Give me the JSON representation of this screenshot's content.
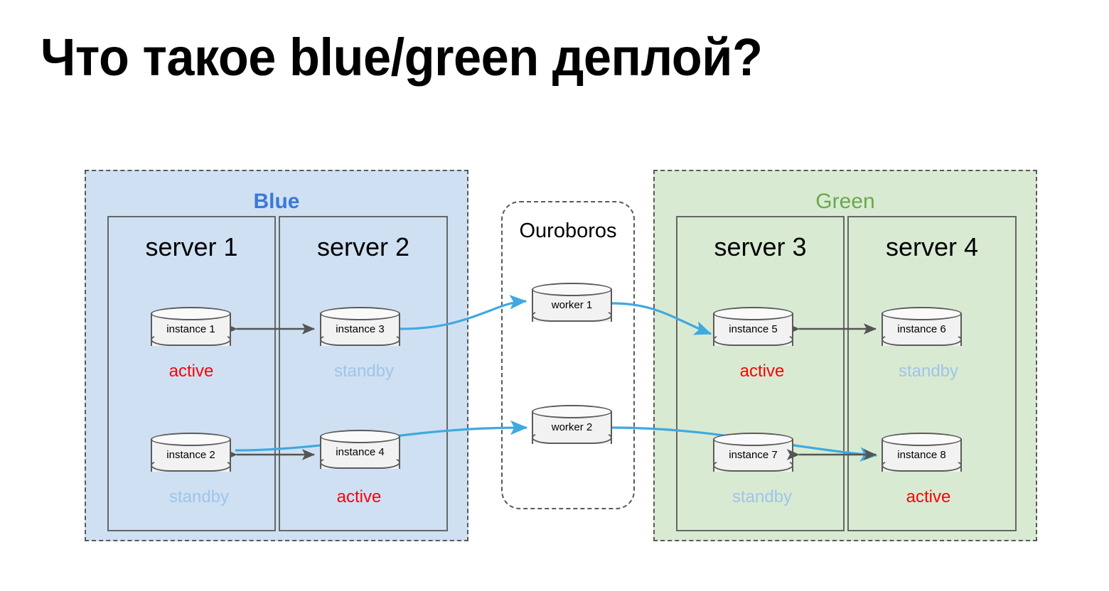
{
  "slide": {
    "title": "Что такое blue/green деплой?",
    "background": "#ffffff"
  },
  "colors": {
    "blue_zone_fill": "#cfe0f3",
    "green_zone_fill": "#d9ead3",
    "blue_label": "#3c78d8",
    "green_label": "#6aa84f",
    "active": "#ff0000",
    "standby": "#9fc5e8",
    "flow_arrow": "#3fa9e0",
    "sync_arrow": "#595959",
    "border": "#595959",
    "cylinder_fill": "#f2f2f2"
  },
  "zones": {
    "blue": {
      "label": "Blue",
      "servers": [
        {
          "title": "server 1",
          "instances": [
            {
              "label": "instance 1",
              "status": "active"
            },
            {
              "label": "instance 2",
              "status": "standby"
            }
          ]
        },
        {
          "title": "server 2",
          "instances": [
            {
              "label": "instance 3",
              "status": "standby"
            },
            {
              "label": "instance 4",
              "status": "active"
            }
          ]
        }
      ]
    },
    "green": {
      "label": "Green",
      "servers": [
        {
          "title": "server 3",
          "instances": [
            {
              "label": "instance 5",
              "status": "active"
            },
            {
              "label": "instance 7",
              "status": "standby"
            }
          ]
        },
        {
          "title": "server 4",
          "instances": [
            {
              "label": "instance 6",
              "status": "standby"
            },
            {
              "label": "instance 8",
              "status": "active"
            }
          ]
        }
      ]
    }
  },
  "ouroboros": {
    "label": "Ouroboros",
    "workers": [
      {
        "label": "worker 1"
      },
      {
        "label": "worker 2"
      }
    ]
  },
  "status_labels": {
    "active": "active",
    "standby": "standby"
  },
  "connections": [
    {
      "from": "instance 1",
      "to": "instance 3",
      "type": "sync",
      "bidirectional": true
    },
    {
      "from": "instance 2",
      "to": "instance 4",
      "type": "sync",
      "bidirectional": true
    },
    {
      "from": "instance 5",
      "to": "instance 6",
      "type": "sync",
      "bidirectional": true
    },
    {
      "from": "instance 7",
      "to": "instance 8",
      "type": "sync",
      "bidirectional": true
    },
    {
      "from": "instance 3",
      "to": "worker 1",
      "type": "flow",
      "bidirectional": false
    },
    {
      "from": "worker 1",
      "to": "instance 5",
      "type": "flow",
      "bidirectional": false
    },
    {
      "from": "instance 2",
      "to": "worker 2",
      "type": "flow",
      "bidirectional": false
    },
    {
      "from": "worker 2",
      "to": "instance 8",
      "type": "flow",
      "bidirectional": false
    }
  ]
}
